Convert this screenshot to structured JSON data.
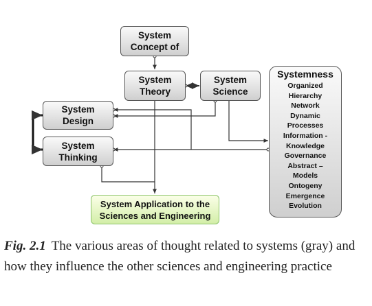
{
  "diagram": {
    "nodes": {
      "concept": [
        "System",
        "Concept of"
      ],
      "theory": [
        "System",
        "Theory"
      ],
      "science": [
        "System",
        "Science"
      ],
      "design": [
        "System",
        "Design"
      ],
      "thinking": [
        "System",
        "Thinking"
      ],
      "application": [
        "System Application to the",
        "Sciences and Engineering"
      ]
    },
    "systemness": {
      "title": "Systemness",
      "items": [
        "Organized",
        "Hierarchy",
        "Network",
        "Dynamic",
        "Processes",
        "Information -",
        "Knowledge",
        "Governance",
        "Abstract –",
        "Models",
        "Ontogeny",
        "Emergence",
        "Evolution"
      ]
    },
    "colors": {
      "node_fill": "#dcdcdc",
      "application_fill": "#e4f5c6",
      "application_border": "#8cc36a",
      "line": "#333333"
    }
  },
  "caption": {
    "label": "Fig. 2.1",
    "text": "The various areas of thought related to systems (gray) and how they influence the other sciences and engineering practice"
  }
}
